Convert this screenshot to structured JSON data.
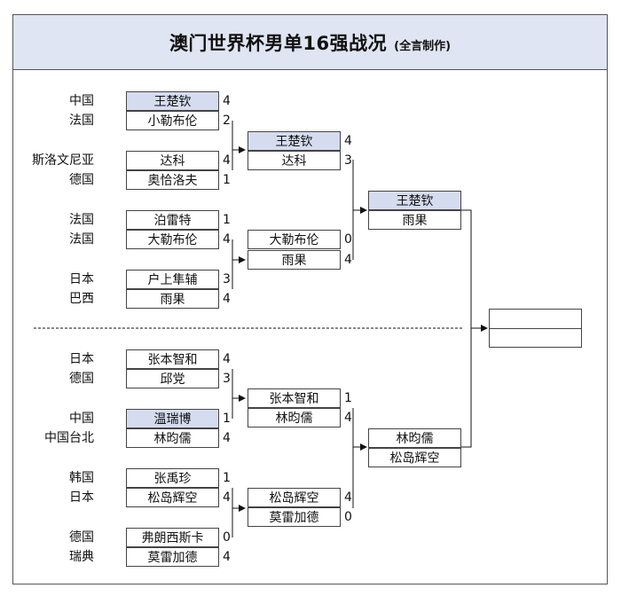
{
  "title": "澳门世界杯男单16强战况",
  "subtitle": "(全言制作)",
  "round1": [
    {
      "country": "中国",
      "name": "王楚钦",
      "score": "4",
      "highlight": true
    },
    {
      "country": "法国",
      "name": "小勒布伦",
      "score": "2",
      "highlight": false
    },
    {
      "country": "斯洛文尼亚",
      "name": "达科",
      "score": "4",
      "highlight": false
    },
    {
      "country": "德国",
      "name": "奥恰洛夫",
      "score": "1",
      "highlight": false
    },
    {
      "country": "法国",
      "name": "泊雷特",
      "score": "1",
      "highlight": false
    },
    {
      "country": "法国",
      "name": "大勒布伦",
      "score": "4",
      "highlight": false
    },
    {
      "country": "日本",
      "name": "户上隼辅",
      "score": "3",
      "highlight": false
    },
    {
      "country": "巴西",
      "name": "雨果",
      "score": "4",
      "highlight": false
    },
    {
      "country": "日本",
      "name": "张本智和",
      "score": "4",
      "highlight": false
    },
    {
      "country": "德国",
      "name": "邱党",
      "score": "3",
      "highlight": false
    },
    {
      "country": "中国",
      "name": "温瑞博",
      "score": "1",
      "highlight": true
    },
    {
      "country": "中国台北",
      "name": "林昀儒",
      "score": "4",
      "highlight": false
    },
    {
      "country": "韩国",
      "name": "张禹珍",
      "score": "1",
      "highlight": false
    },
    {
      "country": "日本",
      "name": "松岛辉空",
      "score": "4",
      "highlight": false
    },
    {
      "country": "德国",
      "name": "弗朗西斯卡",
      "score": "0",
      "highlight": false
    },
    {
      "country": "瑞典",
      "name": "莫雷加德",
      "score": "4",
      "highlight": false
    }
  ],
  "quarterfinals": [
    {
      "name": "王楚钦",
      "score": "4",
      "highlight": true
    },
    {
      "name": "达科",
      "score": "3",
      "highlight": false
    },
    {
      "name": "大勒布伦",
      "score": "0",
      "highlight": false
    },
    {
      "name": "雨果",
      "score": "4",
      "highlight": false
    },
    {
      "name": "张本智和",
      "score": "1",
      "highlight": false
    },
    {
      "name": "林昀儒",
      "score": "4",
      "highlight": false
    },
    {
      "name": "松岛辉空",
      "score": "4",
      "highlight": false
    },
    {
      "name": "莫雷加德",
      "score": "0",
      "highlight": false
    }
  ],
  "semifinals": [
    {
      "name": "王楚钦",
      "score": "",
      "highlight": true
    },
    {
      "name": "雨果",
      "score": "",
      "highlight": false
    },
    {
      "name": "林昀儒",
      "score": "",
      "highlight": false
    },
    {
      "name": "松岛辉空",
      "score": "",
      "highlight": false
    }
  ],
  "final": [
    {
      "name": ""
    },
    {
      "name": ""
    }
  ]
}
